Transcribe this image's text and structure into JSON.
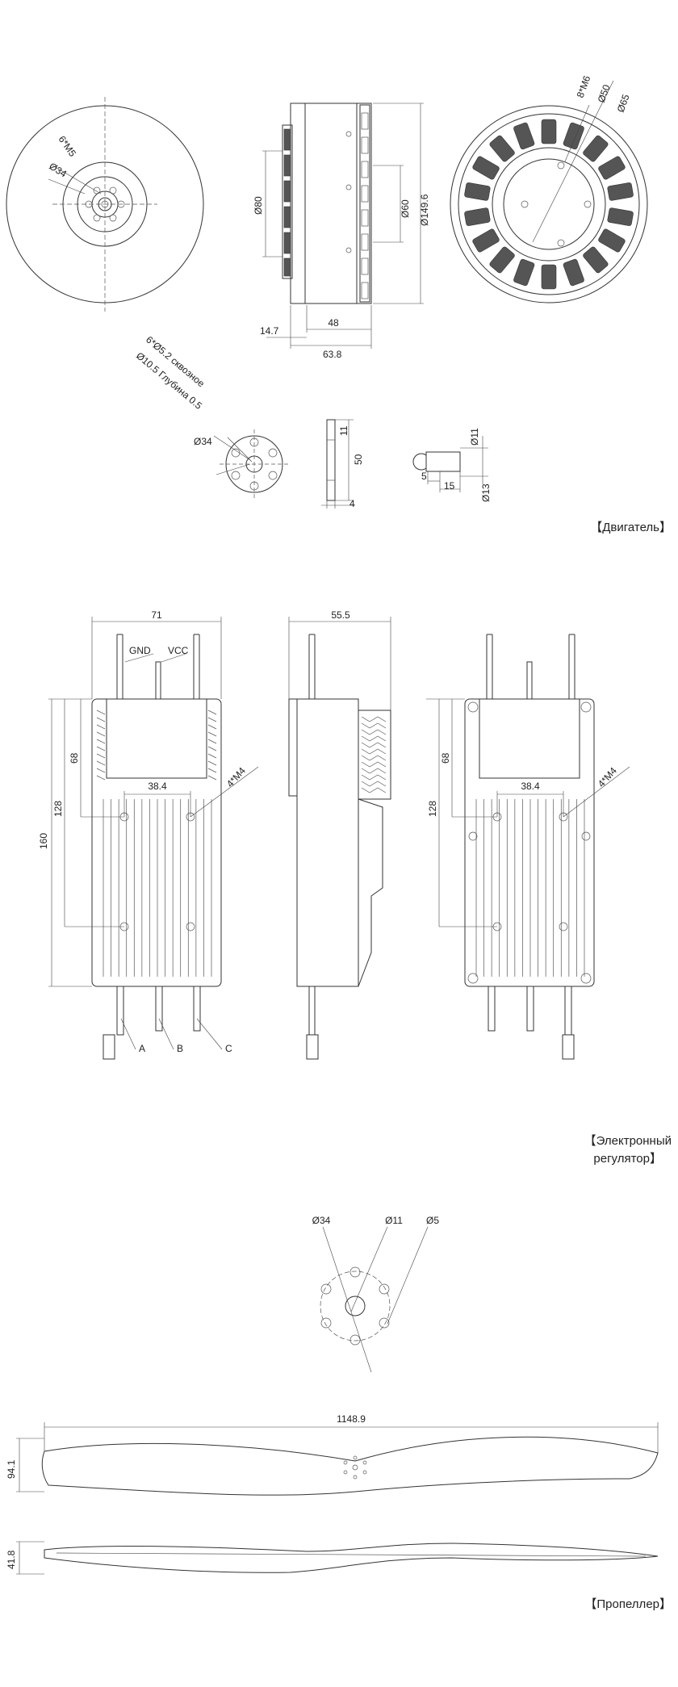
{
  "sections": {
    "motor": "【Двигатель】",
    "esc_line1": "【Электронный",
    "esc_line2": "регулятор】",
    "propeller": "【Пропеллер】"
  },
  "motor": {
    "front_bolt": "6*M5",
    "front_dia": "Ø34",
    "side_dia_80": "Ø80",
    "side_dia_60": "Ø60",
    "side_dia_149": "Ø149.6",
    "side_w_48": "48",
    "side_w_147": "14.7",
    "side_w_638": "63.8",
    "back_bolt": "8*M6",
    "back_dia_50": "Ø50",
    "back_dia_65": "Ø65",
    "adapter_holes_line1": "6*Ø5.2 сквозное",
    "adapter_holes_line2": "Ø10.5 Глубина 0.5",
    "adapter_dia": "Ø34",
    "adapter_h_11": "11",
    "adapter_h_50": "50",
    "adapter_w_4": "4",
    "shaft_dia_11": "Ø11",
    "shaft_dia_13": "Ø13",
    "shaft_len_5": "5",
    "shaft_len_15": "15"
  },
  "esc": {
    "width_71": "71",
    "width_555": "55.5",
    "gnd": "GND",
    "vcc": "VCC",
    "h_68": "68",
    "h_128": "128",
    "h_160": "160",
    "spacing_384": "38.4",
    "bolt": "4*M4",
    "wire_a": "A",
    "wire_b": "B",
    "wire_c": "C",
    "back_h_68": "68",
    "back_h_128": "128",
    "back_spacing_384": "38.4",
    "back_bolt": "4*M4"
  },
  "propeller": {
    "hub_dia_34": "Ø34",
    "hub_dia_11": "Ø11",
    "hub_dia_5": "Ø5",
    "length": "1148.9",
    "width": "94.1",
    "thickness": "41.8"
  }
}
